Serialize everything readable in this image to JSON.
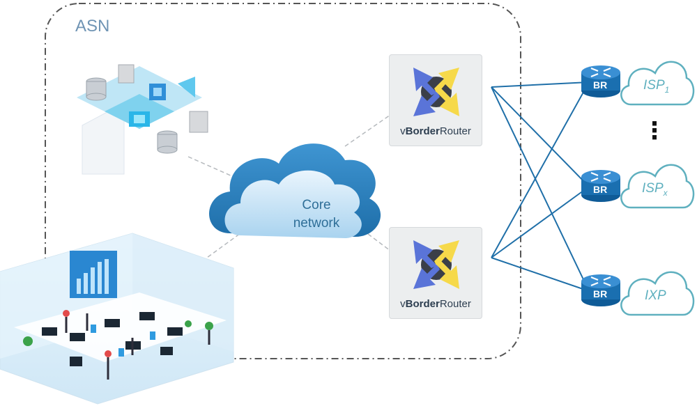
{
  "asn_label": "ASN",
  "core_network": {
    "line1": "Core",
    "line2": "network"
  },
  "border_routers": [
    {
      "label_prefix": "v",
      "label_bold": "Border",
      "label_suffix": "Router",
      "icon": "vborderrouter-icon"
    },
    {
      "label_prefix": "v",
      "label_bold": "Border",
      "label_suffix": "Router",
      "icon": "vborderrouter-icon"
    }
  ],
  "edge_routers": [
    {
      "badge": "BR",
      "peer": {
        "main": "ISP",
        "sub": "1"
      }
    },
    {
      "badge": "BR",
      "peer": {
        "main": "ISP",
        "sub": "x"
      }
    },
    {
      "badge": "BR",
      "peer": {
        "main": "IXP",
        "sub": ""
      }
    }
  ],
  "ellipsis": "⋮",
  "icons": [
    "datacenter-icon",
    "office-building-icon",
    "cloud-icon",
    "router-icon"
  ],
  "colors": {
    "link": "#1f6fa8",
    "cloud": "#5aa3d6",
    "router": "#1a6fb0",
    "boundary": "#555555"
  }
}
